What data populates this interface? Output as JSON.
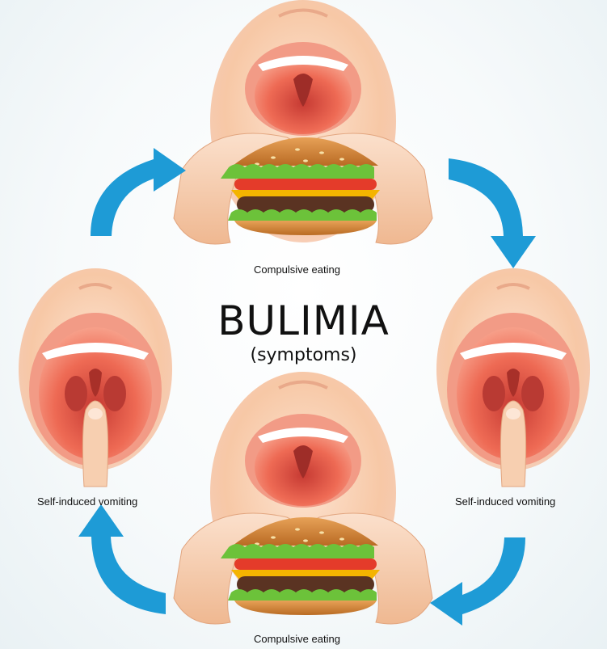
{
  "title": "BULIMIA",
  "subtitle": "(symptoms)",
  "captions": {
    "top": "Compulsive eating",
    "left": "Self-induced vomiting",
    "right": "Self-induced vomiting",
    "bottom": "Compulsive eating"
  },
  "colors": {
    "arrow": "#1e9bd6",
    "skin": "#f6c9a6",
    "mouth": "#ef6a55",
    "throat": "#c9423b",
    "bun": "#d98a3a",
    "lettuce": "#6cc23a",
    "tomato": "#e43b2a",
    "cheese": "#f4b400",
    "patty": "#5a3322"
  },
  "icons": [
    "mouth-eating-burger",
    "mouth-finger-throat",
    "cycle-arrow"
  ]
}
